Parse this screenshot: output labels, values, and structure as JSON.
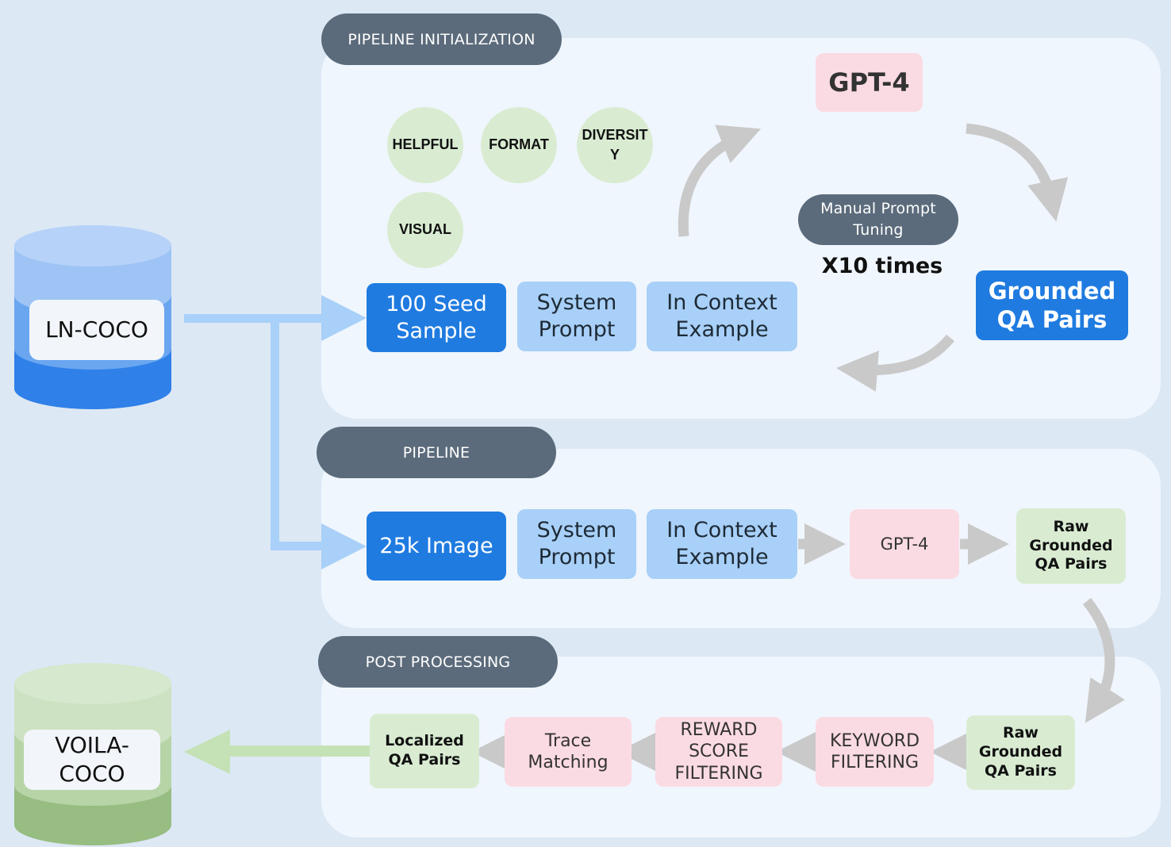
{
  "sections": {
    "init": "PIPELINE INITIALIZATION",
    "pipeline": "PIPELINE",
    "post": "POST PROCESSING"
  },
  "databases": {
    "source": "LN-COCO",
    "output": "VOILA-\nCOCO"
  },
  "init": {
    "criteria": [
      "HELPFUL",
      "FORMAT",
      "DIVERSIT\nY",
      "VISUAL"
    ],
    "seed": "100 Seed\nSample",
    "system_prompt": "System\nPrompt",
    "in_context": "In Context\nExample",
    "gpt": "GPT-4",
    "grounded": "Grounded\nQA Pairs",
    "manual_tuning": "Manual Prompt\nTuning",
    "repeat": "X10 times"
  },
  "pipeline": {
    "image": "25k Image",
    "system_prompt": "System\nPrompt",
    "in_context": "In Context\nExample",
    "gpt": "GPT-4",
    "raw": "Raw\nGrounded\nQA Pairs"
  },
  "post": {
    "raw": "Raw\nGrounded\nQA Pairs",
    "keyword": "KEYWORD\nFILTERING",
    "reward": "REWARD\nSCORE\nFILTERING",
    "trace": "Trace\nMatching",
    "localized": "Localized\nQA Pairs"
  },
  "colors": {
    "background": "#dde8f5",
    "panel": "#f0f6fd",
    "pill": "#5b6b7b",
    "blue": "#1f7be0",
    "light_blue": "#a8d0f8",
    "pink": "#fbdbe3",
    "green": "#d9ecd2"
  }
}
